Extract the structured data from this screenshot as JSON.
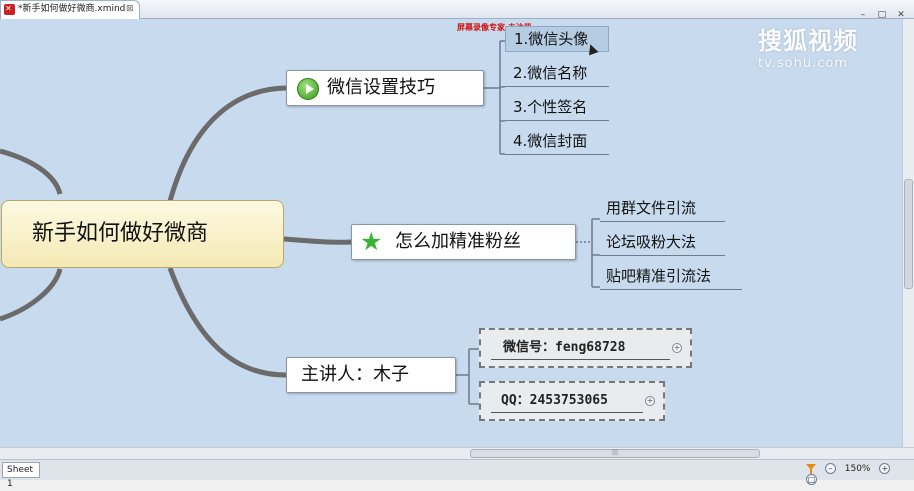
{
  "tab": {
    "title": "*新手如何做好微商.xmind",
    "close": "⊠"
  },
  "window_buttons": [
    "–",
    "□",
    "✕"
  ],
  "watermark": "屏幕录像专家 未注册",
  "logo": {
    "text": "搜狐视频",
    "url": "tv.sohu.com"
  },
  "mindmap": {
    "root": "新手如何做好微商",
    "topics": [
      {
        "label": "微信设置技巧",
        "icon": "play-icon",
        "children": [
          "1.微信头像",
          "2.微信名称",
          "3.个性签名",
          "4.微信封面"
        ]
      },
      {
        "label": "怎么加精准粉丝",
        "icon": "star-icon",
        "children": [
          "用群文件引流",
          "论坛吸粉大法",
          "贴吧精准引流法"
        ]
      },
      {
        "label": "主讲人：木子",
        "icon": "",
        "children": [
          "微信号：feng68728",
          "QQ：2453753065"
        ]
      }
    ]
  },
  "scrollbar": {
    "grip": "|||"
  },
  "status": {
    "sheet": "Sheet 1",
    "zoom": "150%",
    "zoom_out": "–",
    "zoom_in": "+",
    "fit": "▢"
  },
  "colors": {
    "canvas": "#c8dbee",
    "root_fill": "#f4e9b4",
    "play_green": "#3a9a22",
    "star_green": "#3bb234"
  }
}
